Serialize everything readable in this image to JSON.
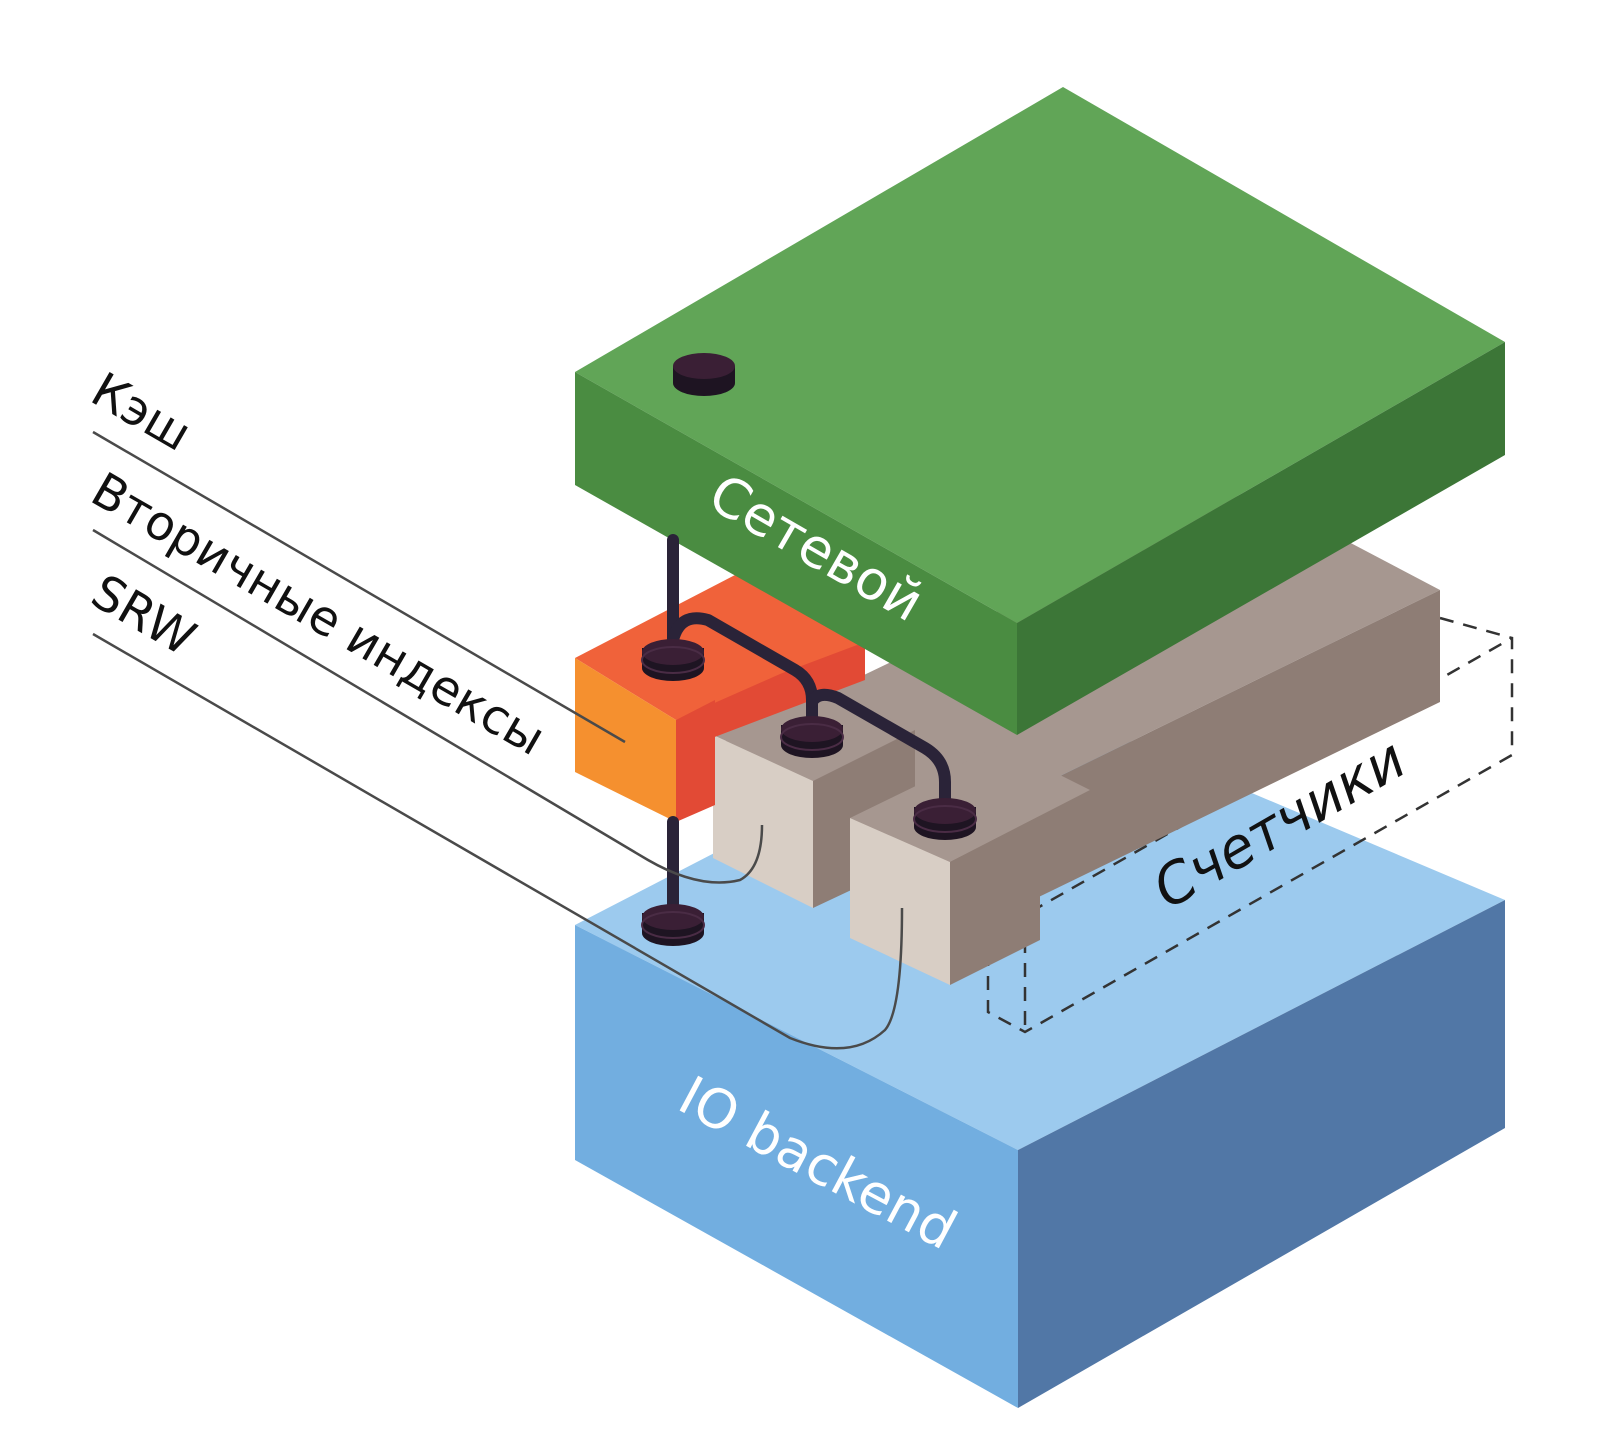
{
  "labels": {
    "cache": "Кэш",
    "secondary_indexes": "Вторичные индексы",
    "srw": "SRW",
    "network": "Сетевой",
    "counters": "Счетчики",
    "io_backend": "IO backend"
  },
  "colors": {
    "network_top": "#61a557",
    "network_left": "#4a8c41",
    "network_right": "#3c7637",
    "io_top": "#9ccaee",
    "io_left": "#72aee0",
    "io_right": "#5177a6",
    "cache_top": "#f0623a",
    "cache_left": "#f5902f",
    "cache_right": "#e24a35",
    "beige_top": "#a69790",
    "beige_front": "#d8cec5",
    "beige_right": "#8e7d75",
    "connector": "#2a2338",
    "connector_top": "#3a1f35",
    "leader_line": "#4a4a4a"
  }
}
